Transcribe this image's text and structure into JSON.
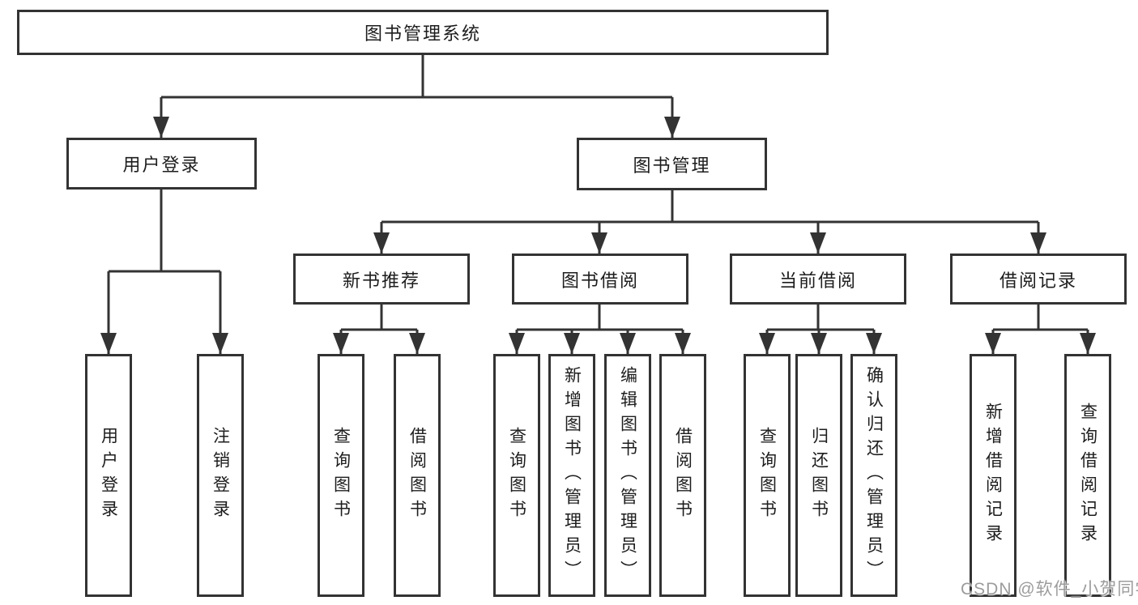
{
  "colors": {
    "line": "#333333",
    "box_border": "#333333",
    "text": "#1d1d1d",
    "background": "#ffffff",
    "watermark": "#9c9c9c"
  },
  "watermark": {
    "text": "CSDN @软件_小贺同学"
  },
  "tree": {
    "label": "图书管理系统",
    "children": [
      {
        "label": "用户登录",
        "children": [
          {
            "label": "用户登录"
          },
          {
            "label": "注销登录"
          }
        ]
      },
      {
        "label": "图书管理",
        "children": [
          {
            "label": "新书推荐",
            "children": [
              {
                "label": "查询图书"
              },
              {
                "label": "借阅图书"
              }
            ]
          },
          {
            "label": "图书借阅",
            "children": [
              {
                "label": "查询图书"
              },
              {
                "label": "新增图书（管理员）"
              },
              {
                "label": "编辑图书（管理员）"
              },
              {
                "label": "借阅图书"
              }
            ]
          },
          {
            "label": "当前借阅",
            "children": [
              {
                "label": "查询图书"
              },
              {
                "label": "归还图书"
              },
              {
                "label": "确认归还（管理员）"
              }
            ]
          },
          {
            "label": "借阅记录",
            "children": [
              {
                "label": "新增借阅记录"
              },
              {
                "label": "查询借阅记录"
              }
            ]
          }
        ]
      }
    ]
  }
}
